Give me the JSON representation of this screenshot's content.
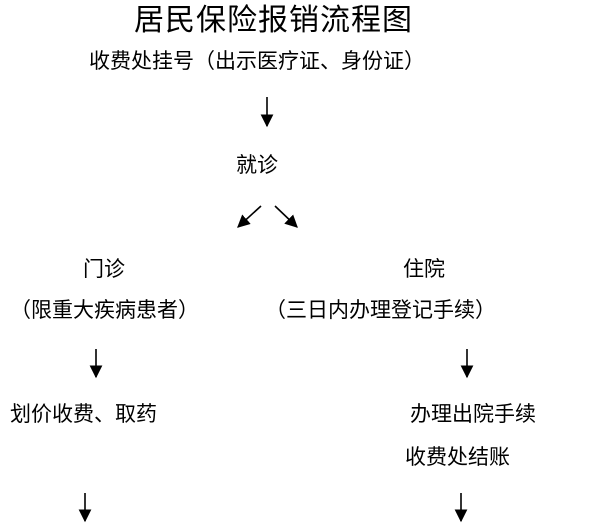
{
  "title": "居民保险报销流程图",
  "steps": {
    "register": "收费处挂号（出示医疗证、身份证）",
    "visit": "就诊",
    "outpatient": "门诊",
    "outpatient_note": "（限重大疾病患者）",
    "inpatient": "住院",
    "inpatient_note": "（三日内办理登记手续）",
    "pricing": "划价收费、取药",
    "discharge": "办理出院手续",
    "settlement": "收费处结账"
  }
}
